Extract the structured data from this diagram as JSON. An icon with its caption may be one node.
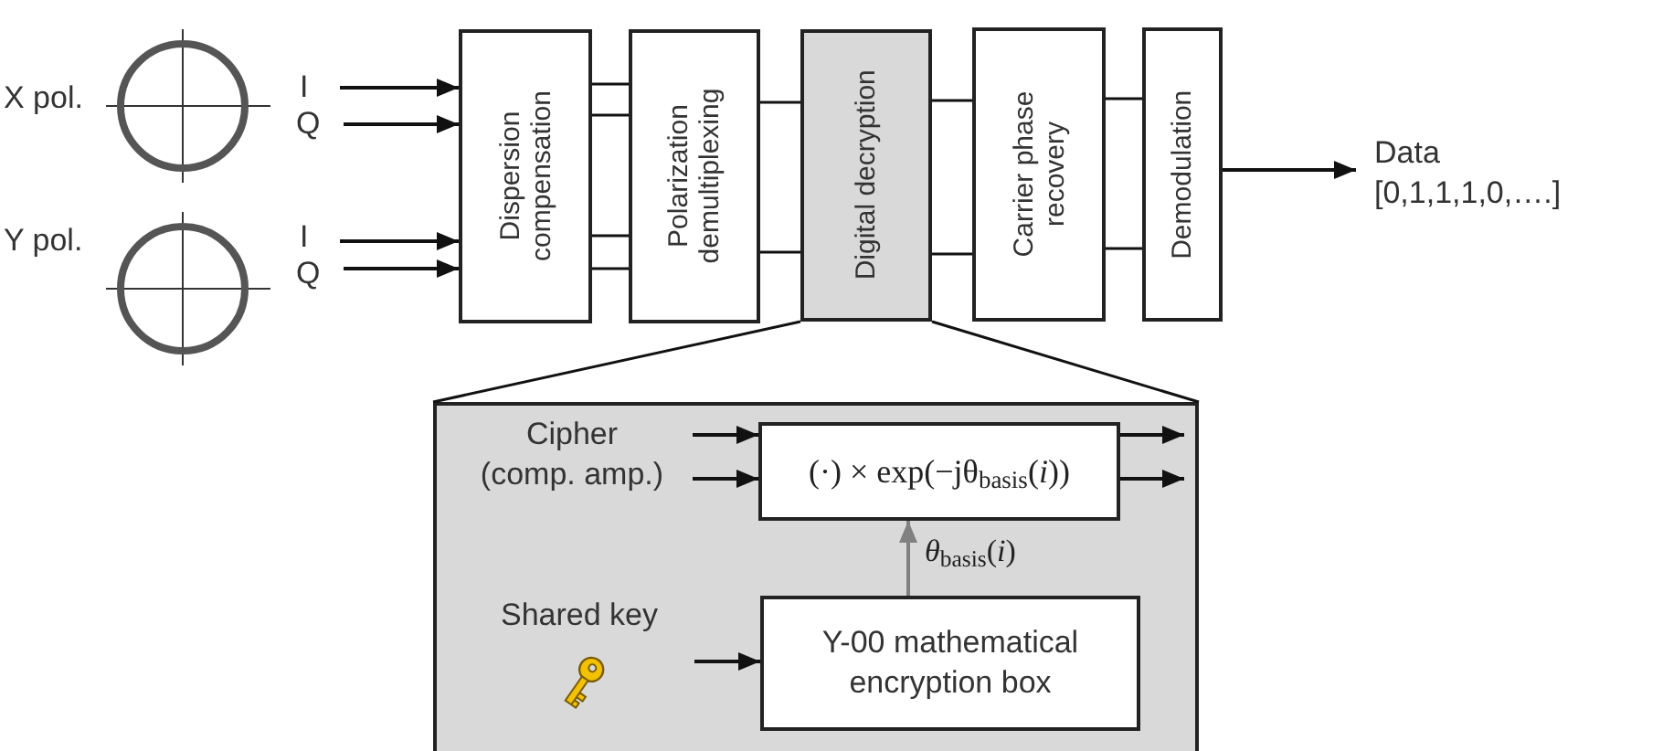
{
  "diagram": {
    "nodes": [
      {
        "text": [
          "I"
        ]
      },
      {
        "text": [
          "Q"
        ]
      },
      {
        "text": [
          "I"
        ]
      },
      {
        "text": [
          "Q"
        ]
      },
      {
        "text": [
          "Dispersion compensation"
        ]
      },
      {
        "text": [
          "Polarization demultiplexing"
        ]
      },
      {
        "text": [
          "Digital decryption"
        ]
      },
      {
        "text": [
          "Carrier phase recovery"
        ]
      },
      {
        "text": [
          "Demodulation"
        ]
      },
      {
        "text": [
          "Data",
          "[0,1,1,1,0,….]"
        ]
      },
      {
        "text": [],
        "shape": "box"
      },
      {
        "text": [
          "Cipher",
          "(comp. amp.)"
        ],
        "in": 10
      },
      {
        "text": [
          "(·) × exp(−jθ$_{basis}$(*i*))"
        ],
        "in": 10
      },
      {
        "text": [
          "Y-00 mathematical encryption box"
        ],
        "in": 10
      },
      {
        "text": [
          "Shared key"
        ],
        "in": 10
      }
    ],
    "edges": [
      {
        "from": 0,
        "to": 4,
        "arrow": "to"
      },
      {
        "from": 1,
        "to": 4,
        "arrow": "to"
      },
      {
        "from": 2,
        "to": 4,
        "arrow": "to"
      },
      {
        "from": 3,
        "to": 4,
        "arrow": "to"
      },
      {
        "from": 4,
        "to": 5,
        "arrow": "none"
      },
      {
        "from": 4,
        "to": 5,
        "arrow": "none"
      },
      {
        "from": 4,
        "to": 5,
        "arrow": "none"
      },
      {
        "from": 4,
        "to": 5,
        "arrow": "none"
      },
      {
        "from": 5,
        "to": 6,
        "arrow": "none"
      },
      {
        "from": 5,
        "to": 6,
        "arrow": "none"
      },
      {
        "from": 6,
        "to": 7,
        "arrow": "none"
      },
      {
        "from": 6,
        "to": 7,
        "arrow": "none"
      },
      {
        "from": 7,
        "to": 8,
        "arrow": "none"
      },
      {
        "from": 7,
        "to": 8,
        "arrow": "none"
      },
      {
        "from": 8,
        "to": 9,
        "arrow": "to"
      },
      {
        "from": 6,
        "to": 10,
        "arrow": "none"
      },
      {
        "from": 6,
        "to": 10,
        "arrow": "none"
      },
      {
        "from": 11,
        "to": 12,
        "arrow": "to"
      },
      {
        "from": 11,
        "to": 12,
        "arrow": "to"
      },
      {
        "from": 12,
        "to": null,
        "arrow": "to"
      },
      {
        "from": 12,
        "to": null,
        "arrow": "to"
      },
      {
        "from": 13,
        "to": 12,
        "arrow": "to",
        "label": "*θ*$_{basis}$(*i*)",
        "color": "#808080"
      },
      {
        "from": 14,
        "to": 13,
        "arrow": "to"
      }
    ],
    "labels": [
      "X pol.",
      "Y pol."
    ]
  }
}
